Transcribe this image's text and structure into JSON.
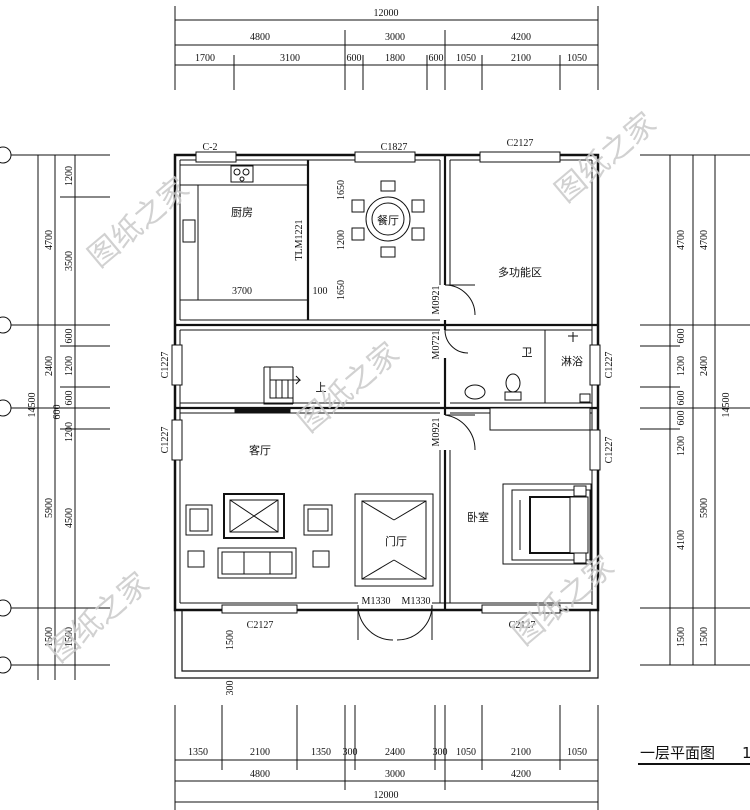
{
  "plan_title": "一层平面图",
  "scale_text": "1",
  "watermark": "图纸之家",
  "rooms": {
    "kitchen": "厨房",
    "dining": "餐厅",
    "multi": "多功能区",
    "bath": "卫",
    "shower": "淋浴",
    "living": "客厅",
    "foyer": "门厅",
    "bedroom": "卧室",
    "stair_up": "上"
  },
  "codes": {
    "c2": "C-2",
    "c1827": "C1827",
    "c2127_top": "C2127",
    "tlm1221": "TLM1221",
    "m0921_a": "M0921",
    "m0721": "M0721",
    "m0921_b": "M0921",
    "c1227_a": "C1227",
    "c1227_b": "C1227",
    "c1227_c": "C1227",
    "c1227_d": "C1227",
    "m1330_a": "M1330",
    "m1330_b": "M1330",
    "c2127_bl": "C2127",
    "c2127_br": "C2127"
  },
  "inner_dims": {
    "d3700": "3700",
    "d100": "100",
    "d1650_a": "1650",
    "d1200_a": "1200",
    "d1650_b": "1650",
    "d1500": "1500",
    "d300": "300"
  },
  "top_dims": {
    "total": "12000",
    "mid": [
      "4800",
      "3000",
      "4200"
    ],
    "detail": [
      "1700",
      "3100",
      "600",
      "1800",
      "600",
      "1050",
      "2100",
      "1050"
    ]
  },
  "bottom_dims": {
    "detail": [
      "1350",
      "2100",
      "1350",
      "300",
      "2400",
      "300",
      "1050",
      "2100",
      "1050"
    ],
    "mid": [
      "4800",
      "3000",
      "4200"
    ],
    "total": "12000"
  },
  "left_dims": {
    "outer_total": "14500",
    "mid": [
      "4700",
      "2400",
      "5900",
      "1500"
    ],
    "detail": [
      "1200",
      "3500",
      "600",
      "1200",
      "600",
      "600",
      "1200",
      "4500",
      "1500"
    ]
  },
  "right_dims": {
    "outer_total": "14500",
    "mid": [
      "4700",
      "2400",
      "5900",
      "1500"
    ],
    "detail": [
      "4700",
      "600",
      "1200",
      "600",
      "600",
      "1200",
      "4100",
      "1500"
    ]
  }
}
